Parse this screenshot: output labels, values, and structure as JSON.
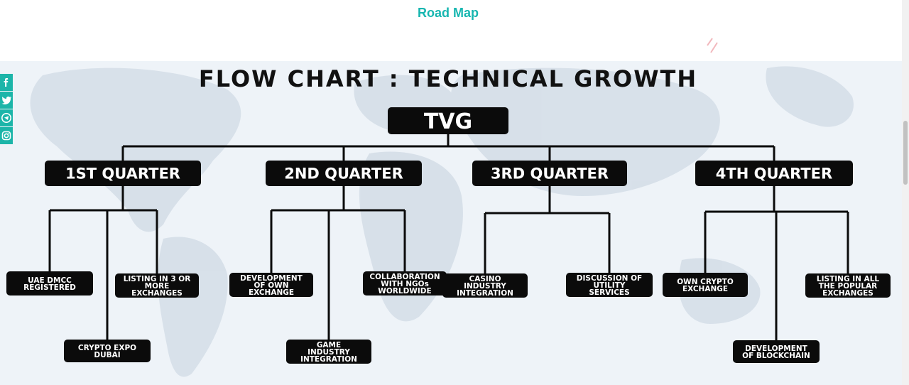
{
  "header": {
    "title": "Road Map",
    "accent_color": "#17b6b0"
  },
  "social": [
    {
      "name": "facebook-icon",
      "glyph": "f"
    },
    {
      "name": "twitter-icon",
      "glyph": "t"
    },
    {
      "name": "telegram-icon",
      "glyph": "p"
    },
    {
      "name": "instagram-icon",
      "glyph": "i"
    }
  ],
  "social_color": "#1cb5a9",
  "diagram": {
    "title": "FLOW CHART : TECHNICAL GROWTH",
    "root": "TVG",
    "box_color": "#0b0b0b",
    "line_color": "#0b0b0b",
    "quarters": [
      {
        "label": "1ST QUARTER",
        "children": [
          {
            "lines": [
              "UAE DMCC",
              "REGISTERED"
            ]
          },
          {
            "lines": [
              "LISTING IN 3 OR",
              "MORE",
              "EXCHANGES"
            ]
          },
          {
            "lines": [
              "CRYPTO EXPO",
              "DUBAI"
            ]
          }
        ]
      },
      {
        "label": "2ND QUARTER",
        "children": [
          {
            "lines": [
              "DEVELOPMENT",
              "OF OWN",
              "EXCHANGE"
            ]
          },
          {
            "lines": [
              "COLLABORATION",
              "WITH NGOs",
              "WORLDWIDE"
            ]
          },
          {
            "lines": [
              "GAME",
              "INDUSTRY",
              "INTEGRATION"
            ]
          }
        ]
      },
      {
        "label": "3RD QUARTER",
        "children": [
          {
            "lines": [
              "CASINO",
              "INDUSTRY",
              "INTEGRATION"
            ]
          },
          {
            "lines": [
              "DISCUSSION OF",
              "UTILITY",
              "SERVICES"
            ]
          }
        ]
      },
      {
        "label": "4TH QUARTER",
        "children": [
          {
            "lines": [
              "OWN CRYPTO",
              "EXCHANGE"
            ]
          },
          {
            "lines": [
              "LISTING IN ALL",
              "THE POPULAR",
              "EXCHANGES"
            ]
          },
          {
            "lines": [
              "DEVELOPMENT",
              "OF BLOCKCHAIN"
            ]
          }
        ]
      }
    ]
  }
}
